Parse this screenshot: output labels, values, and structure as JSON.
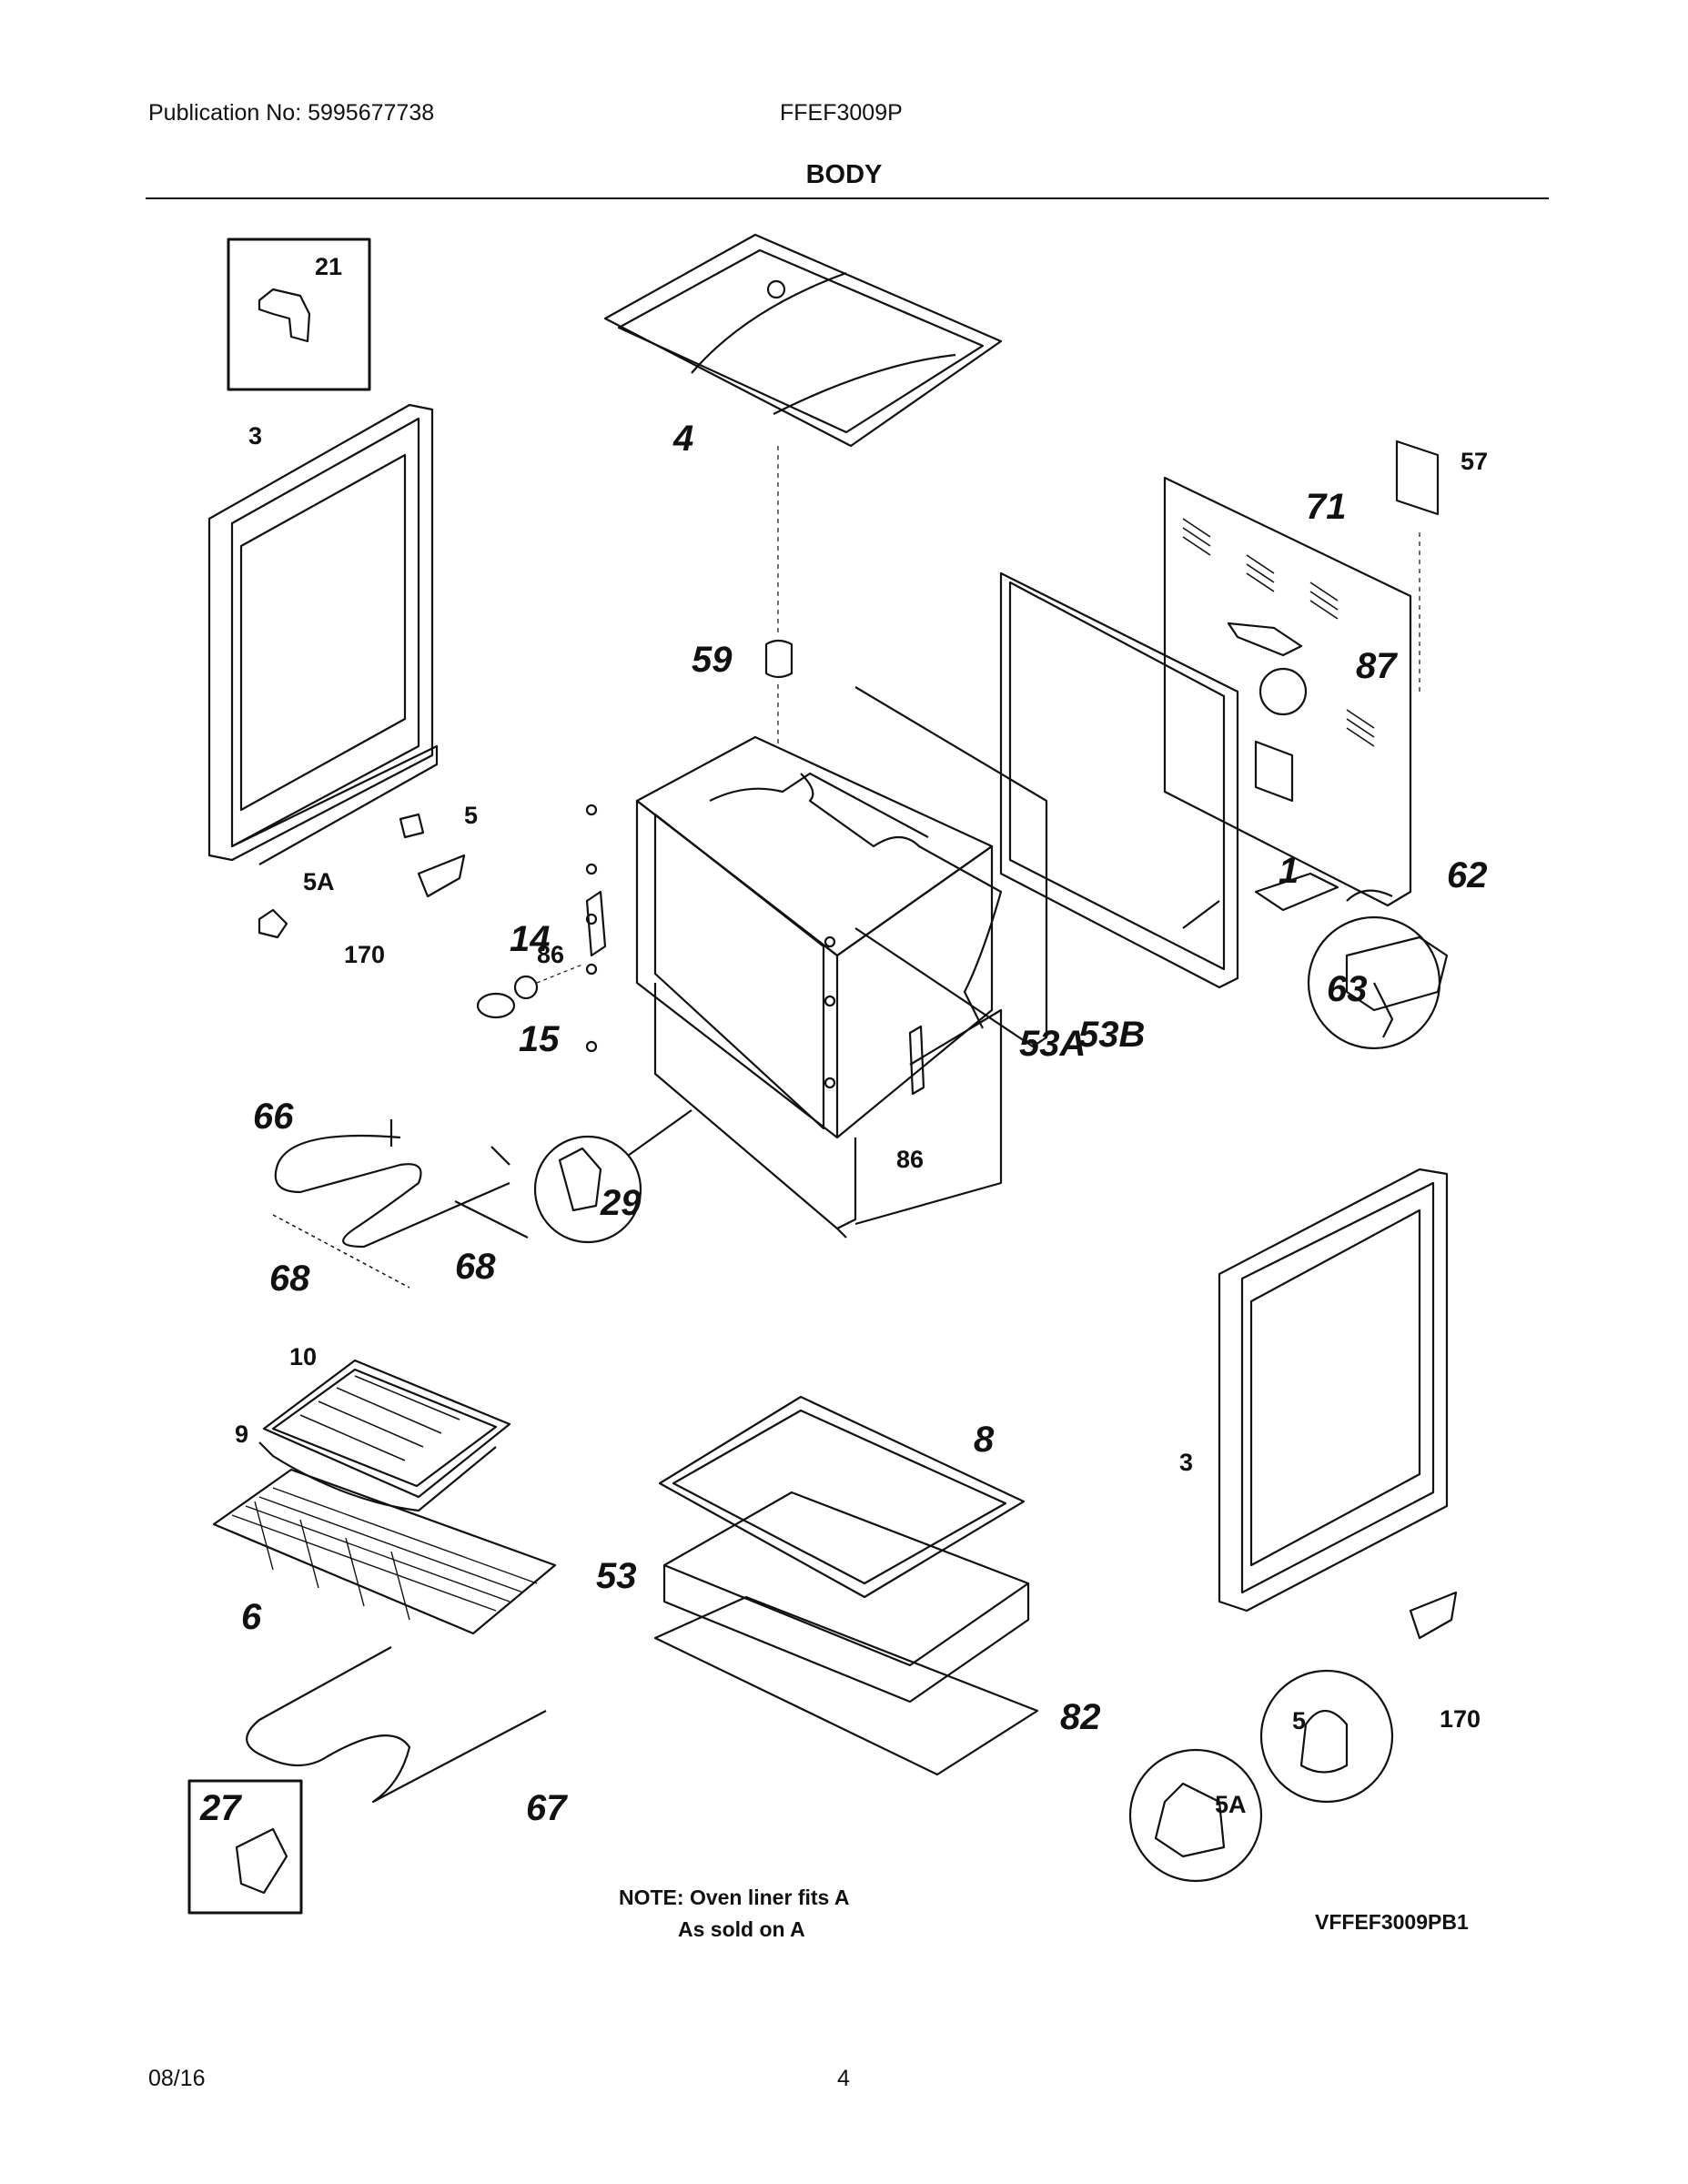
{
  "header": {
    "publication": "Publication No: 5995677738",
    "model": "FFEF3009P",
    "section_title": "BODY"
  },
  "footer": {
    "date": "08/16",
    "page": "4"
  },
  "callouts": {
    "c21": "21",
    "c3a": "3",
    "c3b": "3",
    "c4": "4",
    "c57": "57",
    "c71": "71",
    "c59": "59",
    "c87": "87",
    "c5a": "5",
    "c5b": "5",
    "c5A_a": "5A",
    "c5A_b": "5A",
    "c170a": "170",
    "c170b": "170",
    "c14": "14",
    "c86a": "86",
    "c86b": "86",
    "c15": "15",
    "c1": "1",
    "c62": "62",
    "c63": "63",
    "c53A": "53A",
    "c53B": "53B",
    "c66": "66",
    "c68a": "68",
    "c68b": "68",
    "c29": "29",
    "c10": "10",
    "c9": "9",
    "c6": "6",
    "c8": "8",
    "c53": "53",
    "c82": "82",
    "c67": "67",
    "c27": "27"
  },
  "notes": {
    "note_line1": "NOTE: Oven liner fits A",
    "note_line2": "As sold on A",
    "figure_code": "VFFEF3009PB1"
  }
}
